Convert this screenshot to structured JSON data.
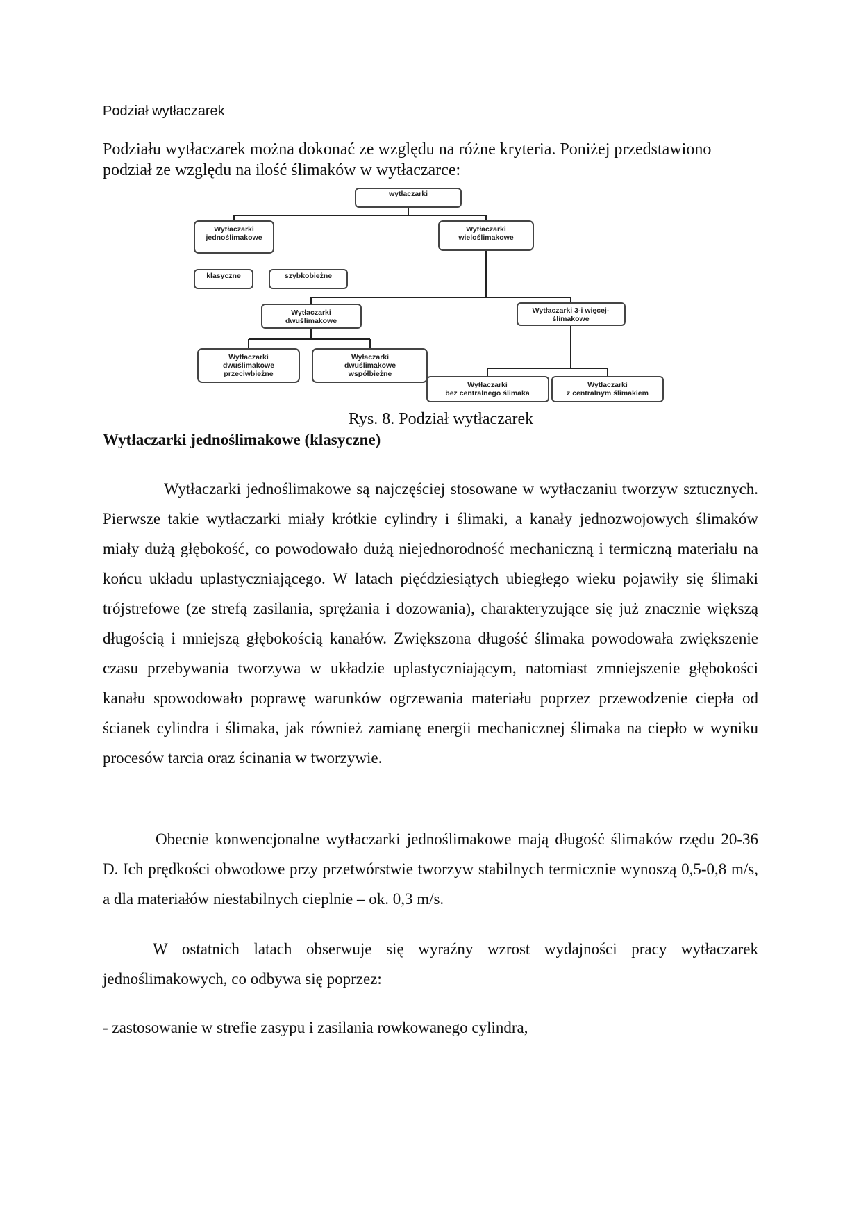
{
  "document": {
    "small_title": "Podział wytłaczarek",
    "intro": "Podziału wytłaczarek można dokonać ze względu na różne kryteria. Poniżej przedstawiono podział ze względu na ilość ślimaków w wytłaczarce:",
    "diagram": {
      "root": "wytłaczarki",
      "single_screw": [
        "Wytłaczarki",
        "jednoślimakowe"
      ],
      "multi_screw": [
        "Wytłaczarki",
        "wieloślimakowe"
      ],
      "classic": "klasyczne",
      "high_speed": "szybkobieżne",
      "twin_screw": [
        "Wytłaczarki",
        "dwuślimakowe"
      ],
      "three_plus": [
        "Wytłaczarki 3-i więcej-",
        "ślimakowe"
      ],
      "counter_rotating": [
        "Wytłaczarki",
        "dwuślimakowe",
        "przeciwbieżne"
      ],
      "co_rotating": [
        "Wyłaczarki",
        "dwuślimakowe",
        "współbieżne"
      ],
      "no_central": [
        "Wytłaczarki",
        "bez centralnego ślimaka"
      ],
      "with_central": [
        "Wytłaczarki",
        "z centralnym ślimakiem"
      ]
    },
    "caption": "Rys. 8. Podział wytłaczarek",
    "heading": "Wytłaczarki jednoślimakowe (klasyczne)",
    "paragraph1": "Wytłaczarki jednoślimakowe są najczęściej stosowane w wytłaczaniu tworzyw sztucznych. Pierwsze takie wytłaczarki miały krótkie cylindry i ślimaki, a kanały jednozwojowych ślimaków miały dużą głębokość, co powodowało dużą niejednorodność mechaniczną i termiczną materiału na końcu układu uplastyczniającego. W latach pięćdziesiątych ubiegłego wieku pojawiły się ślimaki trójstrefowe (ze strefą zasilania, sprężania i dozowania), charakteryzujące się już znacznie większą długością i mniejszą głębokością kanałów. Zwiększona długość ślimaka powodowała zwiększenie czasu przebywania tworzywa w układzie uplastyczniającym, natomiast zmniejszenie głębokości kanału spowodowało poprawę warunków ogrzewania materiału poprzez przewodzenie ciepła od ścianek cylindra i ślimaka, jak również zamianę energii mechanicznej ślimaka na ciepło w wyniku procesów tarcia oraz ścinania w tworzywie.",
    "paragraph2": "Obecnie konwencjonalne wytłaczarki jednoślimakowe mają długość ślimaków rzędu 20-36 D. Ich prędkości obwodowe przy przetwórstwie tworzyw stabilnych termicznie wynoszą 0,5-0,8 m/s, a dla materiałów niestabilnych cieplnie – ok. 0,3 m/s.",
    "paragraph3": "W ostatnich latach obserwuje się wyraźny wzrost wydajności pracy wytłaczarek jednoślimakowych, co odbywa się poprzez:",
    "bullet1": "- zastosowanie w strefie zasypu i zasilania rowkowanego cylindra,"
  }
}
